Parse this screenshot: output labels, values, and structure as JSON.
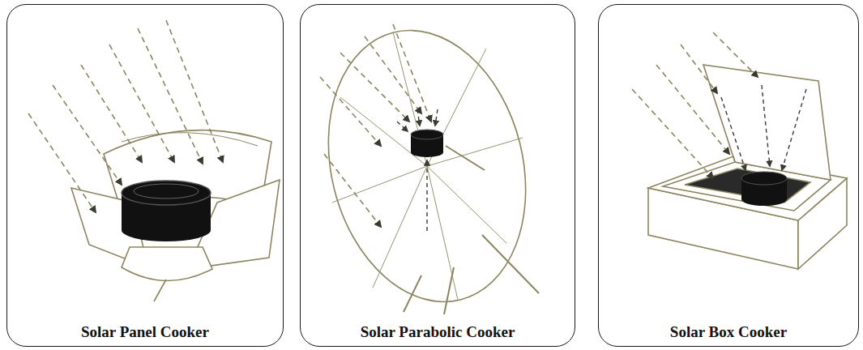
{
  "diagram": {
    "nodes": [
      {
        "text": [
          "Solar Panel Cooker"
        ]
      },
      {
        "text": [
          "Solar Parabolic Cooker"
        ]
      },
      {
        "text": [
          "Solar Box Cooker"
        ]
      }
    ]
  }
}
